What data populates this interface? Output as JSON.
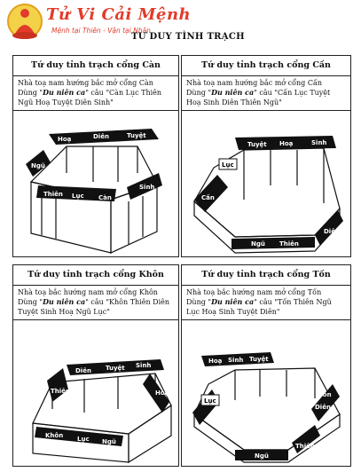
{
  "logo": {
    "brand": "Tử Vi Cải Mệnh",
    "tagline": "Mệnh tại Thiên - Vận tại Nhân"
  },
  "page_title": "TƯ DUY TÌNH TRẠCH",
  "panels": [
    {
      "title": "Tứ duy tỉnh trạch cổng Càn",
      "desc_1": "Nhà toạ nam hướng bắc mở cổng Càn",
      "desc_2a": "Dùng \"",
      "desc_2b": "Du niên ca",
      "desc_2c": "\" câu \"Càn Lục Thiên",
      "desc_3": "Ngũ Hoạ Tuyệt Diên Sinh\"",
      "labels": [
        "Hoạ",
        "Diên",
        "Tuyệt",
        "Ngũ",
        "Thiên",
        "Lục",
        "Càn",
        "Sinh"
      ]
    },
    {
      "title": "Tứ duy tỉnh trạch cổng Cấn",
      "desc_1": "Nhà toạ nam hướng bắc mở cổng Cấn",
      "desc_2a": "Dùng \"",
      "desc_2b": "Du niên ca",
      "desc_2c": "\" câu \"Cấn Lục Tuyệt",
      "desc_3": "Hoạ Sinh Diên Thiên Ngũ\"",
      "labels": [
        "Tuyệt",
        "Hoạ",
        "Sinh",
        "Lục",
        "Cấn",
        "Diên",
        "Ngũ",
        "Thiên"
      ]
    },
    {
      "title": "Tứ duy tỉnh trạch cổng Khôn",
      "desc_1": "Nhà toạ bắc hướng nam mở cổng Khôn",
      "desc_2a": "Dùng \"",
      "desc_2b": "Du niên ca",
      "desc_2c": "\" câu \"Khôn Thiên Diên",
      "desc_3": "Tuyệt Sinh Hoạ Ngũ Lục\"",
      "labels": [
        "Diên",
        "Tuyệt",
        "Sinh",
        "Thiên",
        "Hoạ",
        "Khôn",
        "Lục",
        "Ngũ"
      ]
    },
    {
      "title": "Tứ duy tỉnh trạch cổng Tốn",
      "desc_1": "Nhà toạ bắc hướng nam mở cổng Tốn",
      "desc_2a": "Dùng \"",
      "desc_2b": "Du niên ca",
      "desc_2c": "\" câu \"Tốn Thiên Ngũ",
      "desc_3": "Lục Hoạ Sinh Tuyệt Diên\"",
      "labels": [
        "Hoạ",
        "Sinh",
        "Tuyệt",
        "Lục",
        "Diên",
        "Tốn",
        "Thiên",
        "Ngũ"
      ]
    }
  ]
}
